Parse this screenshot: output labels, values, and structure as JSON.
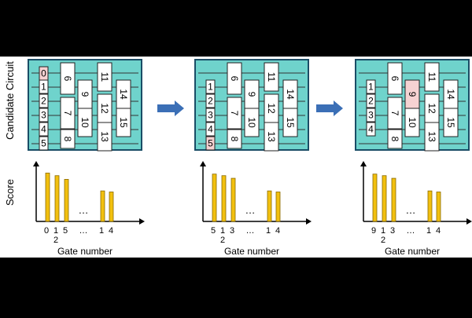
{
  "labels": {
    "candidate_circuit": "Candidate Circuit",
    "score": "Score",
    "gate_number": "Gate number",
    "ellipsis": "…"
  },
  "colors": {
    "panel_bg": "#ffffff",
    "circuit_bg": "#6fd3cc",
    "circuit_border": "#1a4d66",
    "wire": "#333333",
    "gate_fill": "#ffffff",
    "gate_highlight": "#f6d2d2",
    "bar_fill": "#f2c00f",
    "bar_stroke": "#8a6a00",
    "arrow": "#3b6fb6"
  },
  "stages": [
    {
      "gates": [
        {
          "label": "0",
          "highlight": true
        },
        {
          "label": "1"
        },
        {
          "label": "2"
        },
        {
          "label": "3"
        },
        {
          "label": "4"
        },
        {
          "label": "5"
        },
        {
          "label": "6"
        },
        {
          "label": "7"
        },
        {
          "label": "8"
        },
        {
          "label": "9"
        },
        {
          "label": "10"
        },
        {
          "label": "11"
        },
        {
          "label": "12"
        },
        {
          "label": "13"
        },
        {
          "label": "14"
        },
        {
          "label": "15"
        }
      ],
      "score_chart": {
        "x_labels": [
          "0",
          "1",
          "5",
          "2",
          "…",
          "1",
          "4"
        ],
        "left_values": [
          0.92,
          0.87,
          0.8
        ],
        "right_values": [
          0.58,
          0.56
        ]
      }
    },
    {
      "gates": [
        {
          "label": "1"
        },
        {
          "label": "2"
        },
        {
          "label": "3"
        },
        {
          "label": "4"
        },
        {
          "label": "5",
          "highlight": true
        },
        {
          "label": "6"
        },
        {
          "label": "7"
        },
        {
          "label": "8"
        },
        {
          "label": "9"
        },
        {
          "label": "10"
        },
        {
          "label": "11"
        },
        {
          "label": "12"
        },
        {
          "label": "13"
        },
        {
          "label": "14"
        },
        {
          "label": "15"
        }
      ],
      "score_chart": {
        "x_labels": [
          "5",
          "1",
          "3",
          "2",
          "…",
          "1",
          "4"
        ],
        "left_values": [
          0.9,
          0.87,
          0.82
        ],
        "right_values": [
          0.58,
          0.56
        ]
      }
    },
    {
      "gates": [
        {
          "label": "1"
        },
        {
          "label": "2"
        },
        {
          "label": "3"
        },
        {
          "label": "4"
        },
        {
          "label": "6"
        },
        {
          "label": "7"
        },
        {
          "label": "8"
        },
        {
          "label": "9",
          "highlight": true
        },
        {
          "label": "10"
        },
        {
          "label": "11"
        },
        {
          "label": "12"
        },
        {
          "label": "13"
        },
        {
          "label": "14"
        },
        {
          "label": "15"
        }
      ],
      "score_chart": {
        "x_labels": [
          "9",
          "1",
          "3",
          "2",
          "…",
          "1",
          "4"
        ],
        "left_values": [
          0.9,
          0.87,
          0.82
        ],
        "right_values": [
          0.58,
          0.56
        ]
      }
    }
  ]
}
